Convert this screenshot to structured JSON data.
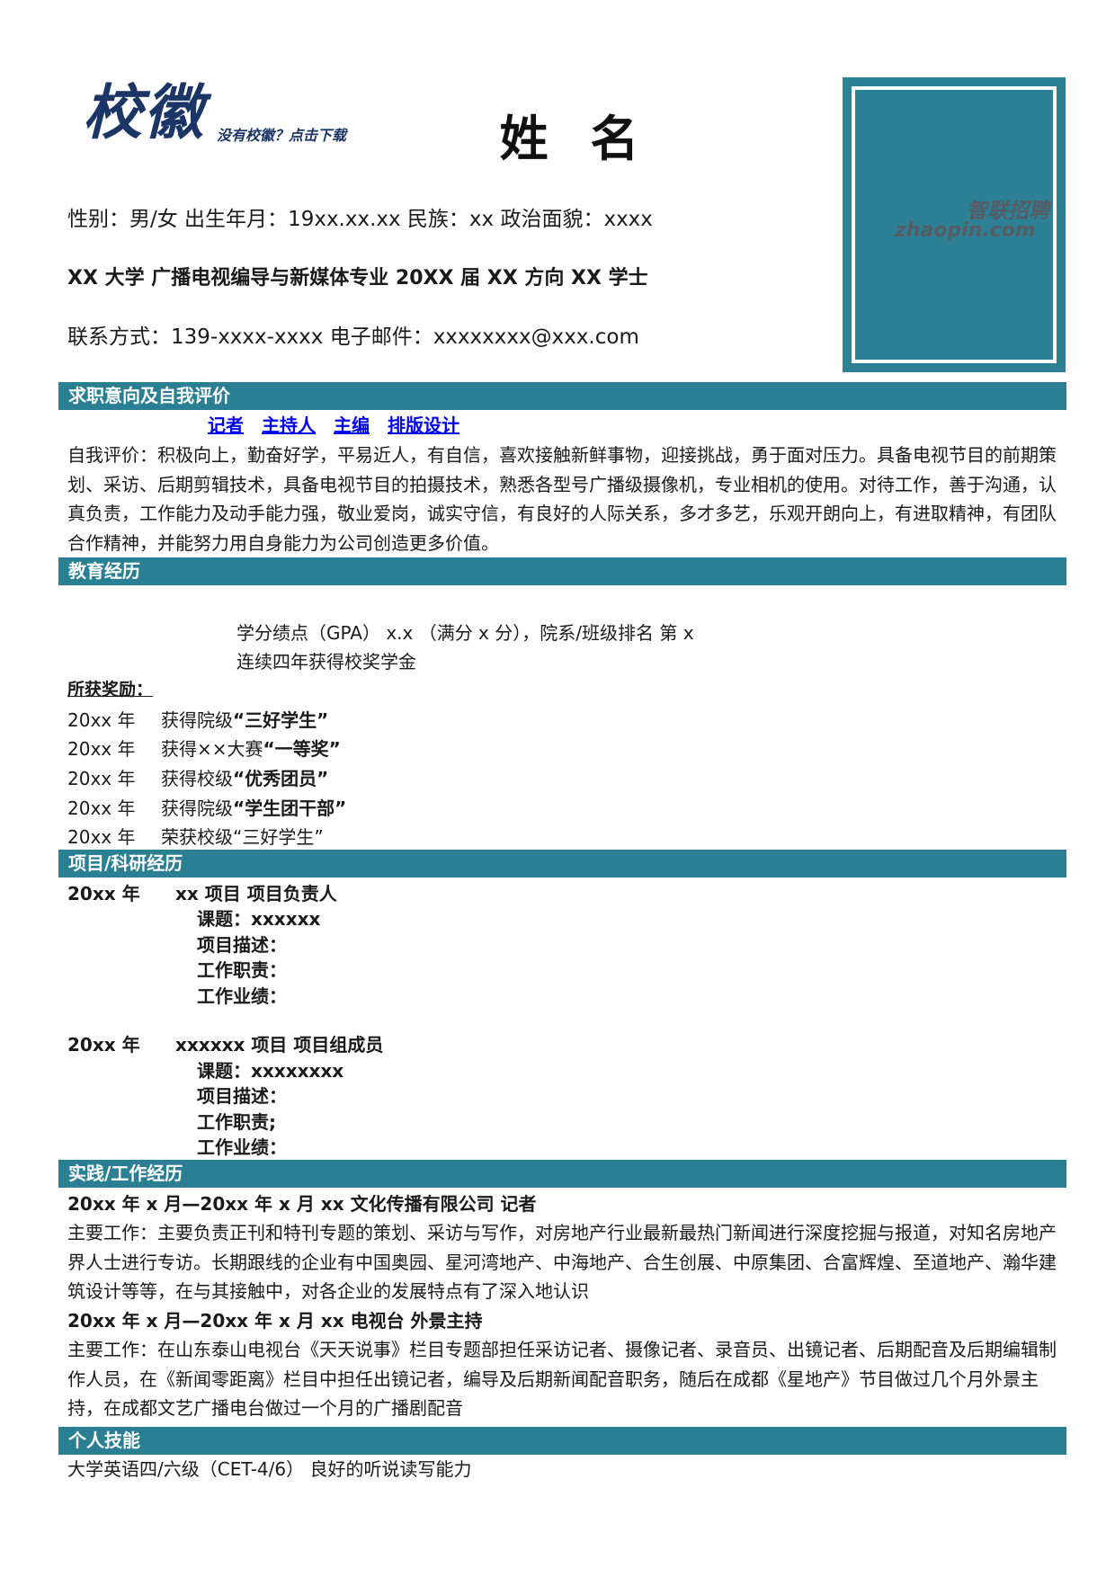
{
  "header": {
    "logo_text": "校徽",
    "logo_tip": "没有校徽？点击下载",
    "name": "姓 名",
    "basic_info": "性别：男/女   出生年月：19xx.xx.xx    民族：xx   政治面貌：xxxx",
    "education_line": "XX 大学   广播电视编导与新媒体专业  20XX 届  XX 方向  XX 学士",
    "contact": "联系方式：139-xxxx-xxxx     电子邮件：xxxxxxxx@xxx.com"
  },
  "photo": {
    "watermark_cn": "智联招聘",
    "watermark_en": "zhaopin.com"
  },
  "colors": {
    "section_bar": "#2a7f93",
    "photo_bg": "#2e8094",
    "link": "#0000ee",
    "logo": "#1b3566"
  },
  "sections": {
    "intent": {
      "title": "求职意向及自我评价",
      "positions": [
        "记者",
        "主持人",
        "主编",
        "排版设计"
      ],
      "self_eval": "自我评价：积极向上，勤奋好学，平易近人，有自信，喜欢接触新鲜事物，迎接挑战，勇于面对压力。具备电视节目的前期策划、采访、后期剪辑技术，具备电视节目的拍摄技术，熟悉各型号广播级摄像机，专业相机的使用。对待工作，善于沟通，认真负责，工作能力及动手能力强，敬业爱岗，诚实守信，有良好的人际关系，多才多艺，乐观开朗向上，有进取精神，有团队合作精神，并能努力用自身能力为公司创造更多价值。"
    },
    "education": {
      "title": "教育经历",
      "gpa": "学分绩点（GPA）  x.x （满分 x 分），院系/班级排名  第 x",
      "scholarship": "连续四年获得校奖学金",
      "awards_label": "所获奖励：",
      "awards": [
        {
          "year": "20xx 年",
          "prefix": "获得院级",
          "highlight": "“三好学生”"
        },
        {
          "year": "20xx 年",
          "prefix": "获得××大赛",
          "highlight": "“一等奖”"
        },
        {
          "year": "20xx 年",
          "prefix": "获得校级",
          "highlight": "“优秀团员”"
        },
        {
          "year": "20xx 年",
          "prefix": "获得院级",
          "highlight": "“学生团干部”"
        },
        {
          "year": "20xx 年",
          "prefix": "荣获校级“三好学生”",
          "highlight": ""
        }
      ]
    },
    "projects": {
      "title": "项目/科研经历",
      "items": [
        {
          "year": "20xx 年",
          "name": "xx 项目  项目负责人",
          "topic": "课题：xxxxxx",
          "desc": "项目描述：",
          "duty": "工作职责：",
          "result": "工作业绩："
        },
        {
          "year": "20xx 年",
          "name": "xxxxxx 项目  项目组成员",
          "topic": "课题：xxxxxxxx",
          "desc": "项目描述：",
          "duty": "工作职责;",
          "result": "工作业绩："
        }
      ]
    },
    "work": {
      "title": "实践/工作经历",
      "items": [
        {
          "heading": "20xx 年 x 月—20xx 年 x 月      xx 文化传播有限公司  记者",
          "content": "主要工作：主要负责正刊和特刊专题的策划、采访与写作，对房地产行业最新最热门新闻进行深度挖掘与报道，对知名房地产界人士进行专访。长期跟线的企业有中国奥园、星河湾地产、中海地产、合生创展、中原集团、合富辉煌、至道地产、瀚华建筑设计等等，在与其接触中，对各企业的发展特点有了深入地认识"
        },
        {
          "heading": "20xx 年 x 月—20xx 年 x 月      xx 电视台  外景主持",
          "content": "主要工作：在山东泰山电视台《天天说事》栏目专题部担任采访记者、摄像记者、录音员、出镜记者、后期配音及后期编辑制作人员，在《新闻零距离》栏目中担任出镜记者，编导及后期新闻配音职务，随后在成都《星地产》节目做过几个月外景主持，在成都文艺广播电台做过一个月的广播剧配音"
        }
      ]
    },
    "skills": {
      "title": "个人技能",
      "content": "大学英语四/六级（CET-4/6）    良好的听说读写能力"
    }
  }
}
